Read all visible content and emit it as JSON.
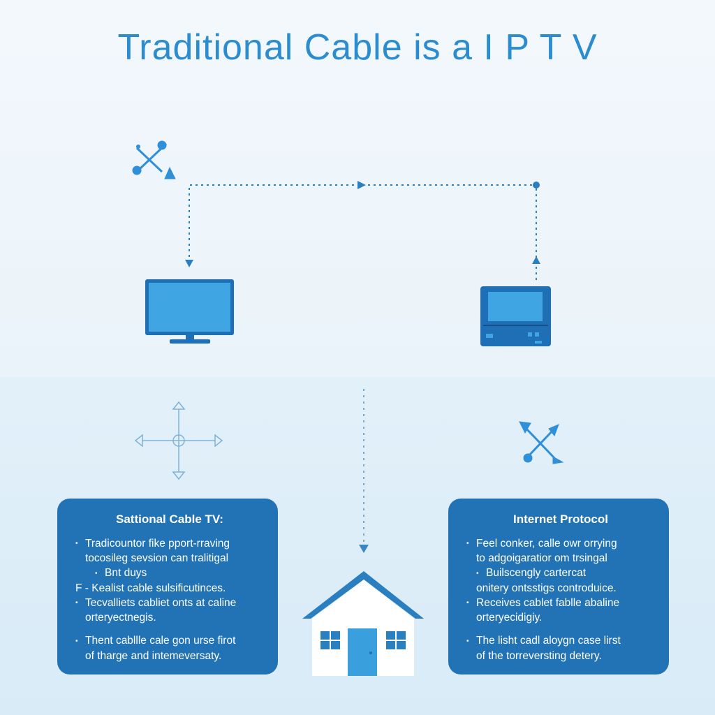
{
  "title": "Traditional Cable is a I P T V",
  "colors": {
    "accent": "#2b8ccf",
    "panel": "#2273b5",
    "icon": "#2f8fd8",
    "house_door": "#3aa0dd"
  },
  "icons": [
    "satellite-dish-icon",
    "tv-monitor-icon",
    "set-top-box-icon",
    "compass-arrows-icon",
    "satellite-dish-icon",
    "house-icon"
  ],
  "left_panel": {
    "heading": "Sattional Cable TV:",
    "line1": "Tradicountor fike pport-rraving",
    "line2": "tocosileg sevsion can tralitigal",
    "line3": "Bnt duys",
    "line4_prefix": "F -",
    "line4": "Kealist cable sulsificutinces.",
    "line5": "Tecvalliets cabliet onts at caline",
    "line6": "orteryectnegis.",
    "line7": "Thent cabllle cale gon urse firot",
    "line8": "of tharge and intemeversaty."
  },
  "right_panel": {
    "heading": "Internet Protocol",
    "line1": "Feel conker, calle owr orrying",
    "line2": "to adgoigaratior om trsingal",
    "line3": "Builscengly cartercat",
    "line4": "onitery ontsstigs controduice.",
    "line5": "Receives cablet fablle abaline",
    "line6": "orteryecidigiy.",
    "line7": "The lisht cadl aloygn case lirst",
    "line8": "of the torreversting detery."
  }
}
